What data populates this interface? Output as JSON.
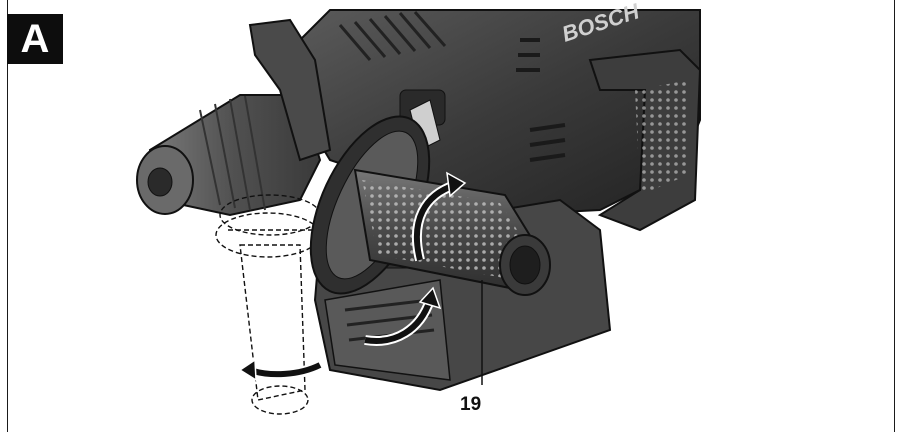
{
  "figure": {
    "label": "A",
    "brand_text": "BOSCH",
    "callout_number": "19"
  },
  "icons": [
    "rotation-arrow-icon",
    "rotation-arrow-icon",
    "rotation-arrow-icon"
  ],
  "colors": {
    "frame": "#1a1a1a",
    "label_bg": "#0d0d0d",
    "body_dark": "#3a3a3a",
    "body_mid": "#6b6b6b",
    "body_light": "#9a9a9a"
  }
}
